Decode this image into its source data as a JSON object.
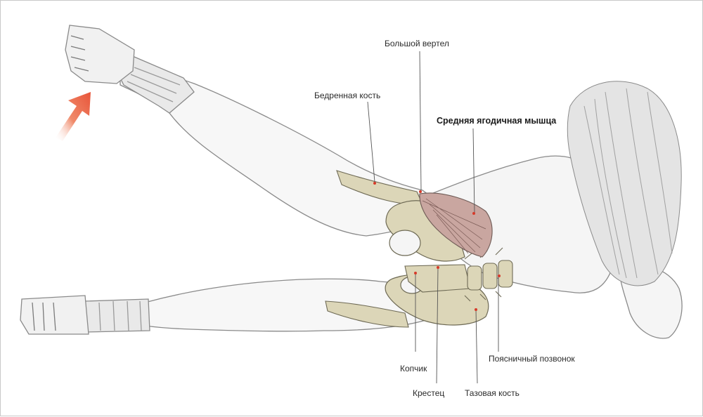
{
  "labels": {
    "greater_trochanter": "Большой вертел",
    "femur": "Бедренная кость",
    "gluteus_medius": "Средняя ягодичная мышца",
    "lumbar_vertebra": "Поясничный позвонок",
    "coccyx": "Копчик",
    "sacrum": "Крестец",
    "pelvic_bone": "Тазовая кость"
  },
  "colors": {
    "arrow": "#e8553a",
    "bone": "#dcd6b8",
    "muscle": "#c9a6a0",
    "outline": "#8a8a8a",
    "leader": "#555555"
  },
  "arrow_direction": "up-right"
}
